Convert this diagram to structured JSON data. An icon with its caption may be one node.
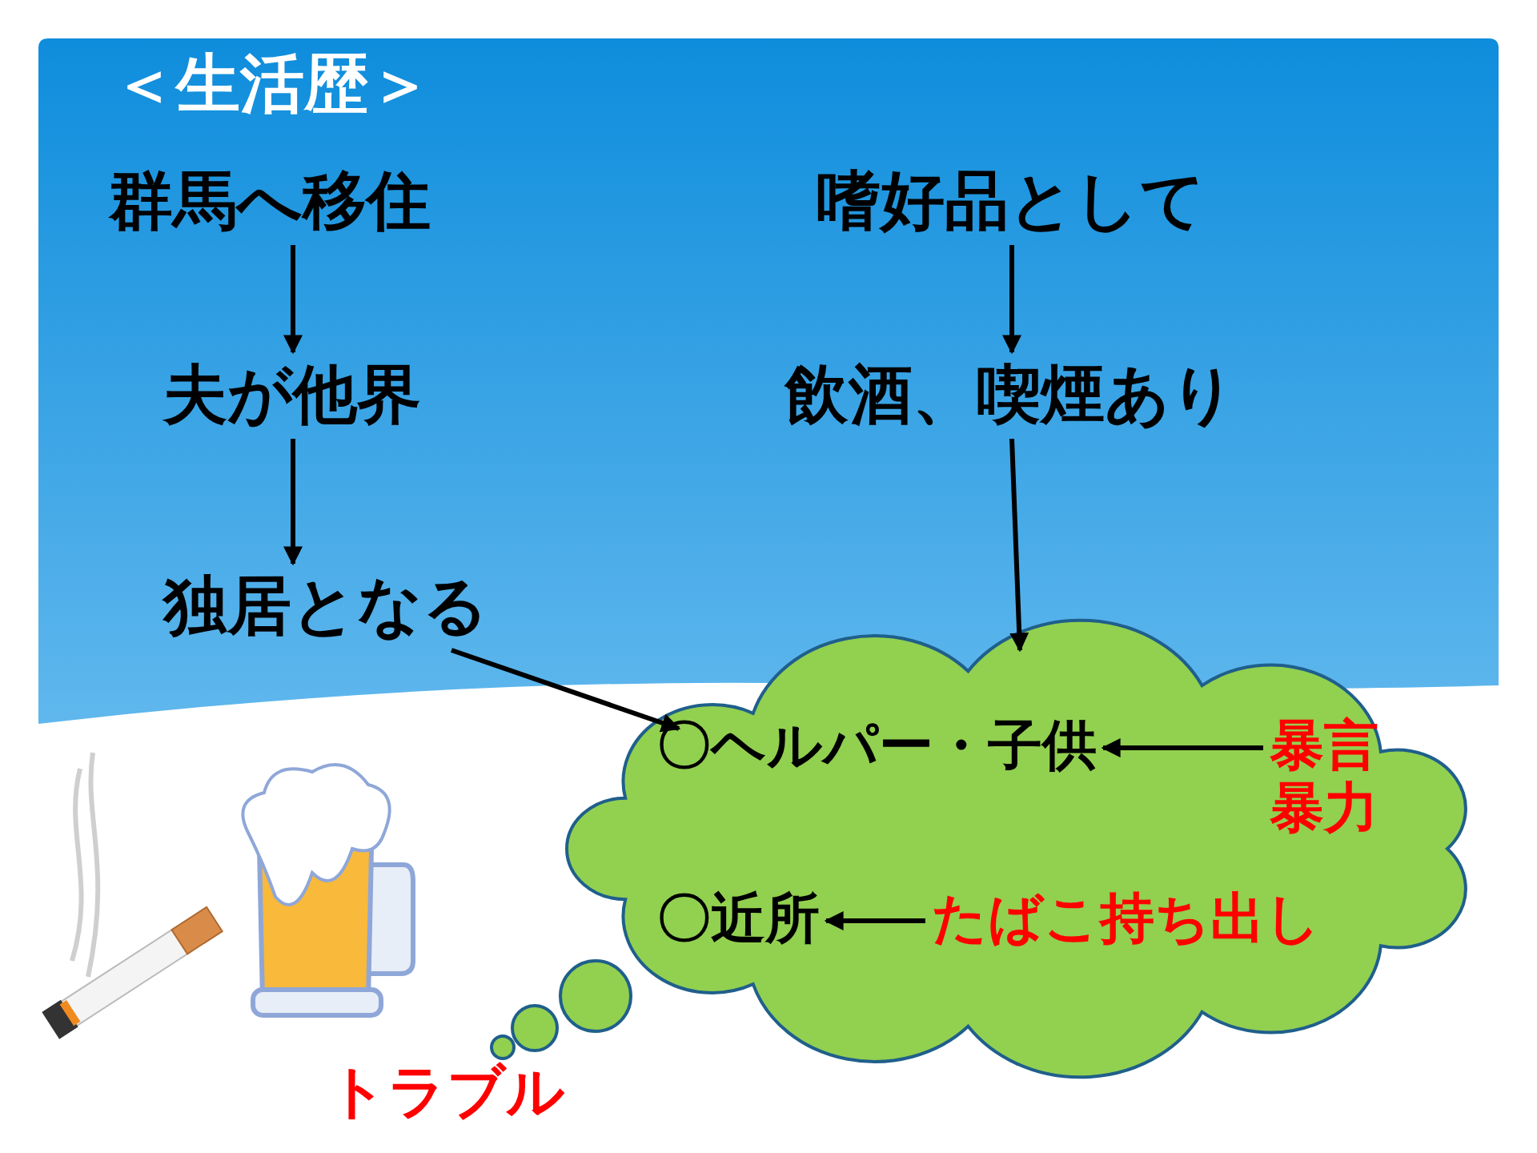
{
  "diagram": {
    "title": "＜生活歴＞",
    "nodes": [
      {
        "text": [
          "群馬へ移住"
        ]
      },
      {
        "text": [
          "夫が他界"
        ]
      },
      {
        "text": [
          "独居となる"
        ]
      },
      {
        "text": [
          "嗜好品として"
        ]
      },
      {
        "text": [
          "飲酒、喫煙あり"
        ]
      },
      {
        "text": [],
        "shape": "cloud"
      },
      {
        "text": [
          "〇ヘルパー・子供"
        ],
        "in": 5
      },
      {
        "text": [
          "暴言暴力"
        ],
        "in": 5
      },
      {
        "text": [
          "〇近所"
        ],
        "in": 5
      },
      {
        "text": [
          "たばこ持ち出し"
        ],
        "in": 5
      }
    ],
    "edges": [
      {
        "from": 0,
        "to": 1,
        "arrow": "to"
      },
      {
        "from": 1,
        "to": 2,
        "arrow": "to"
      },
      {
        "from": 3,
        "to": 4,
        "arrow": "to"
      },
      {
        "from": 4,
        "to": 5,
        "arrow": "to"
      },
      {
        "from": 2,
        "to": 5,
        "arrow": "to"
      },
      {
        "from": 7,
        "to": 6,
        "arrow": "to"
      },
      {
        "from": 9,
        "to": 8,
        "arrow": "to"
      }
    ],
    "labels": [
      "トラブル"
    ]
  }
}
